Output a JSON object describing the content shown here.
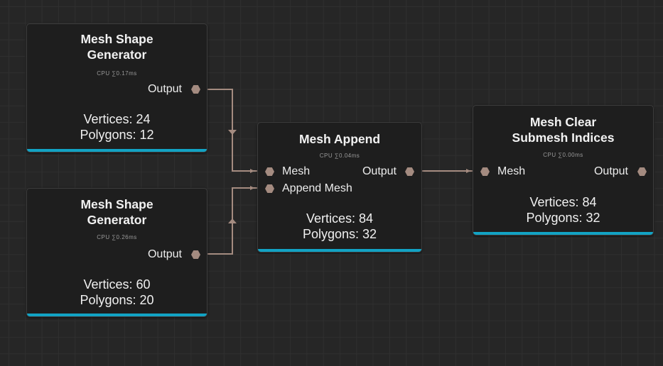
{
  "canvas": {
    "grid_color": "#2f2f2f",
    "background": "#262626",
    "wire_color": "#a48b80",
    "accent_bar_color": "#12a3c4"
  },
  "nodes": [
    {
      "id": "shape1",
      "title_line1": "Mesh Shape",
      "title_line2": "Generator",
      "cpu": "CPU ∑0.17ms",
      "outputs": [
        "Output"
      ],
      "vertices": "Vertices: 24",
      "polygons": "Polygons: 12"
    },
    {
      "id": "shape2",
      "title_line1": "Mesh Shape",
      "title_line2": "Generator",
      "cpu": "CPU ∑0.26ms",
      "outputs": [
        "Output"
      ],
      "vertices": "Vertices: 60",
      "polygons": "Polygons: 20"
    },
    {
      "id": "append",
      "title_line1": "Mesh Append",
      "cpu": "CPU ∑0.04ms",
      "inputs": [
        "Mesh",
        "Append Mesh"
      ],
      "outputs": [
        "Output"
      ],
      "vertices": "Vertices: 84",
      "polygons": "Polygons: 32"
    },
    {
      "id": "clear",
      "title_line1": "Mesh Clear",
      "title_line2": "Submesh Indices",
      "cpu": "CPU ∑0.00ms",
      "inputs": [
        "Mesh"
      ],
      "outputs": [
        "Output"
      ],
      "vertices": "Vertices: 84",
      "polygons": "Polygons: 32"
    }
  ],
  "connections": [
    {
      "from": "shape1.Output",
      "to": "append.Mesh"
    },
    {
      "from": "shape2.Output",
      "to": "append.Append Mesh"
    },
    {
      "from": "append.Output",
      "to": "clear.Mesh"
    }
  ]
}
